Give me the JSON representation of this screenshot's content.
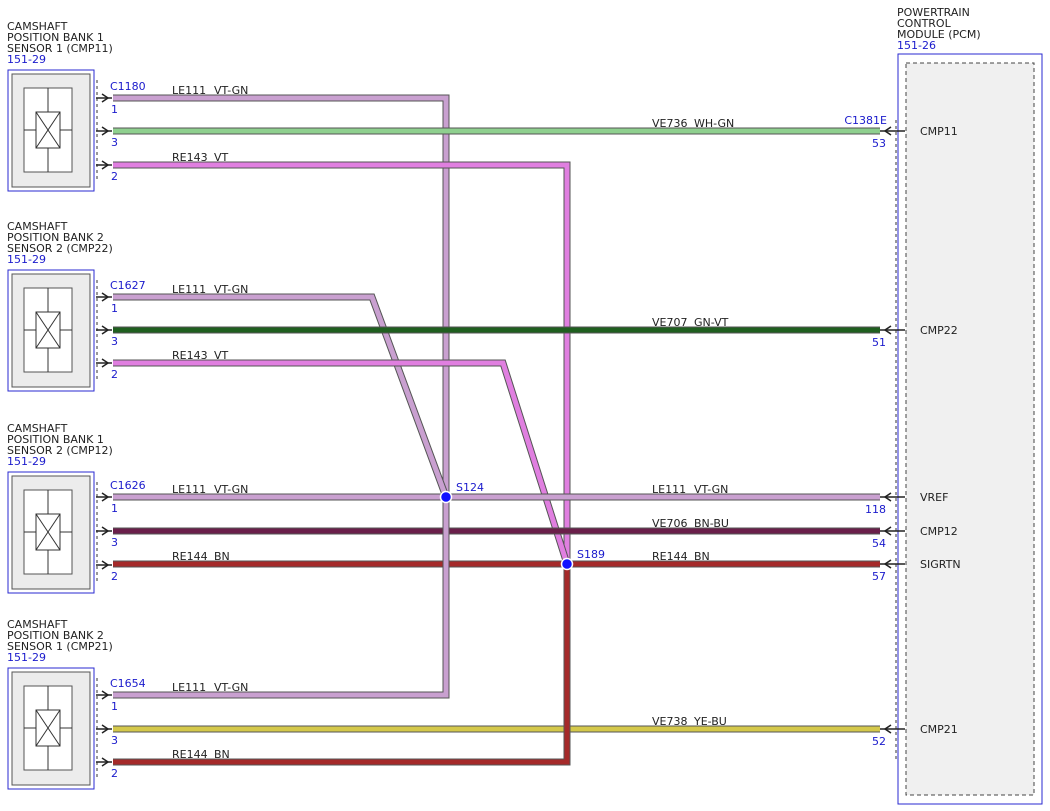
{
  "colors": {
    "violet": "#e07fe0",
    "violet_green": "#c9a0d0",
    "white_green": "#8fd08f",
    "green_violet": "#1f5f1f",
    "brown_blue": "#6a1f4a",
    "brown": "#a52a2a",
    "yellow_blue": "#d4c84a",
    "splice": "#1010ff",
    "ref_blue": "#1a1acc"
  },
  "sensors": [
    {
      "title_lines": [
        "CAMSHAFT",
        "POSITION BANK 1",
        "SENSOR 1 (CMP11)"
      ],
      "ref": "151-29",
      "connector": "C1180",
      "icon": "sensor-icon"
    },
    {
      "title_lines": [
        "CAMSHAFT",
        "POSITION BANK 2",
        "SENSOR 2 (CMP22)"
      ],
      "ref": "151-29",
      "connector": "C1627",
      "icon": "sensor-icon"
    },
    {
      "title_lines": [
        "CAMSHAFT",
        "POSITION BANK 1",
        "SENSOR 2 (CMP12)"
      ],
      "ref": "151-29",
      "connector": "C1626",
      "icon": "sensor-icon"
    },
    {
      "title_lines": [
        "CAMSHAFT",
        "POSITION BANK 2",
        "SENSOR 1 (CMP21)"
      ],
      "ref": "151-29",
      "connector": "C1654",
      "icon": "sensor-icon"
    }
  ],
  "pcm": {
    "title_lines": [
      "POWERTRAIN",
      "CONTROL",
      "MODULE (PCM)"
    ],
    "ref": "151-26",
    "connector": "C1381E",
    "pins": [
      {
        "name": "CMP11",
        "number": "53"
      },
      {
        "name": "CMP22",
        "number": "51"
      },
      {
        "name": "VREF",
        "number": "118"
      },
      {
        "name": "CMP12",
        "number": "54"
      },
      {
        "name": "SIGRTN",
        "number": "57"
      },
      {
        "name": "CMP21",
        "number": "52"
      }
    ]
  },
  "pin_numbers": [
    "1",
    "3",
    "2"
  ],
  "wires": [
    {
      "circuit": "LE111",
      "color_code": "VT-GN",
      "color": "#c9a0d0"
    },
    {
      "circuit": "VE736",
      "color_code": "WH-GN",
      "color": "#8fd08f"
    },
    {
      "circuit": "RE143",
      "color_code": "VT",
      "color": "#e07fe0"
    },
    {
      "circuit": "LE111",
      "color_code": "VT-GN",
      "color": "#c9a0d0"
    },
    {
      "circuit": "VE707",
      "color_code": "GN-VT",
      "color": "#1f5f1f"
    },
    {
      "circuit": "RE143",
      "color_code": "VT",
      "color": "#e07fe0"
    },
    {
      "circuit": "LE111",
      "color_code": "VT-GN",
      "color": "#c9a0d0"
    },
    {
      "circuit": "LE111",
      "color_code": "VT-GN",
      "color": "#c9a0d0"
    },
    {
      "circuit": "VE706",
      "color_code": "BN-BU",
      "color": "#6a1f4a"
    },
    {
      "circuit": "RE144",
      "color_code": "BN",
      "color": "#a52a2a"
    },
    {
      "circuit": "RE144",
      "color_code": "BN",
      "color": "#a52a2a"
    },
    {
      "circuit": "LE111",
      "color_code": "VT-GN",
      "color": "#c9a0d0"
    },
    {
      "circuit": "VE738",
      "color_code": "YE-BU",
      "color": "#d4c84a"
    },
    {
      "circuit": "RE144",
      "color_code": "BN",
      "color": "#a52a2a"
    }
  ],
  "splices": [
    {
      "name": "S124"
    },
    {
      "name": "S189"
    }
  ]
}
